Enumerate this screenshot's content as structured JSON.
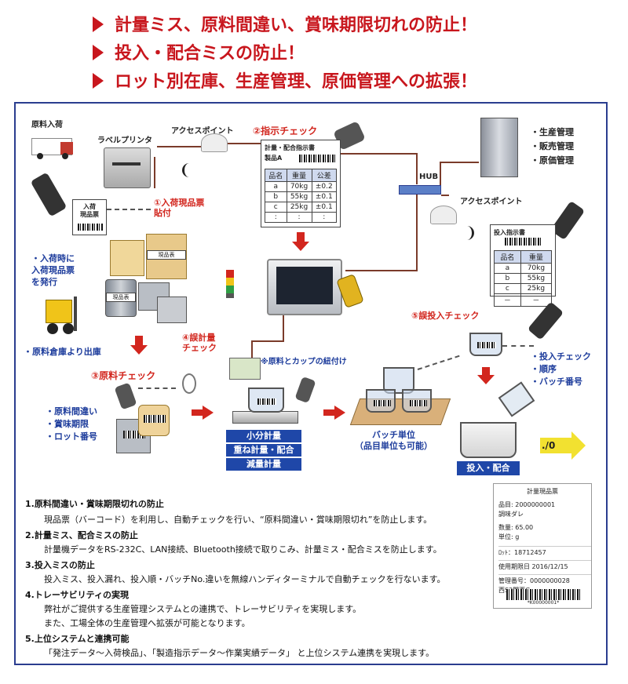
{
  "headlines": [
    "計量ミス、原料間違い、賞味期限切れの防止！",
    "投入・配合ミスの防止！",
    "ロット別在庫、生産管理、原価管理への拡張！"
  ],
  "diagram": {
    "raw_arrival": "原料入荷",
    "label_printer": "ラベルプリンタ",
    "access_point": "アクセスポイント",
    "check2": "②指示チェック",
    "sheet_title": "計量・配合指示書",
    "sheet_product": "製品A",
    "table_headers": [
      "品名",
      "重量",
      "公差"
    ],
    "table_rows": [
      [
        "a",
        "70kg",
        "±0.2"
      ],
      [
        "b",
        "55kg",
        "±0.1"
      ],
      [
        "c",
        "25kg",
        "±0.1"
      ],
      [
        ":",
        ":",
        ":"
      ]
    ],
    "systems": [
      "・生産管理",
      "・販売管理",
      "・原価管理"
    ],
    "hub": "HUB",
    "access_point2": "アクセスポイント",
    "input_sheet_title": "投入指示書",
    "input_headers": [
      "品名",
      "重量"
    ],
    "input_rows": [
      [
        "a",
        "70kg"
      ],
      [
        "b",
        "55kg"
      ],
      [
        "c",
        "25kg"
      ],
      [
        "－",
        "－"
      ]
    ],
    "arrival_slip": "入荷\n現品票",
    "step1": "①入荷現品票\n貼付",
    "arrival_note": "・入荷時に\n入荷現品票\nを発行",
    "genpin": "現品表",
    "warehouse": "・原料倉庫より出庫",
    "step4": "④誤計量\nチェック",
    "step5": "⑤誤投入チェック",
    "step3": "③原料チェック",
    "link_note": "※原料とカップの紐付け",
    "check3_items": [
      "・原料間違い",
      "・賞味期限",
      "・ロット番号"
    ],
    "weigh_buttons": [
      "小分計量",
      "重ね計量・配合",
      "減量計量"
    ],
    "batch": "バッチ単位\n（品目単位も可能）",
    "check5_items": [
      "・投入チェック",
      "・順序",
      "・バッチ番号"
    ],
    "input_mix": "投入・配合",
    "next_label": "./0"
  },
  "notes": [
    {
      "heading": "1.原料間違い・賞味期限切れの防止",
      "body": "現品票（バーコード）を利用し、自動チェックを行い、“原料間違い・賞味期限切れ”を防止します。"
    },
    {
      "heading": "2.計量ミス、配合ミスの防止",
      "body": "計量機データをRS-232C、LAN接続、Bluetooth接続で取りこみ、計量ミス・配合ミスを防止します。"
    },
    {
      "heading": "3.投入ミスの防止",
      "body": "投入ミス、投入漏れ、投入順・バッチNo.違いを無線ハンディターミナルで自動チェックを行ないます。"
    },
    {
      "heading": "4.トレーサビリティの実現",
      "body": "弊社がご提供する生産管理システムとの連携で、トレーサビリティを実現します。",
      "body2": "また、工場全体の生産管理へ拡張が可能となります。"
    },
    {
      "heading": "5.上位システムと連携可能",
      "body": "「発注データ～入荷検品」、「製造指示データ～作業実績データ」 と上位システム連携を実現します。"
    }
  ],
  "ticket": {
    "title": "計量現品票",
    "hinmoku": "品目: 2000000001",
    "name": "調味ダレ",
    "qty": "数量: 65.00",
    "unit": "単位: g",
    "lot": "ﾛｯﾄ：18712457",
    "use_by": "使用期限日 2016/12/15",
    "mgmt": "管理番号：0000000028",
    "place": "西S2関西G",
    "code": "*K00000001*"
  },
  "colors": {
    "headline": "#c8161d",
    "frame": "#2a3d8f",
    "button": "#1f47a8",
    "accent_red": "#d2261e",
    "label_blue": "#1d3c9c"
  }
}
